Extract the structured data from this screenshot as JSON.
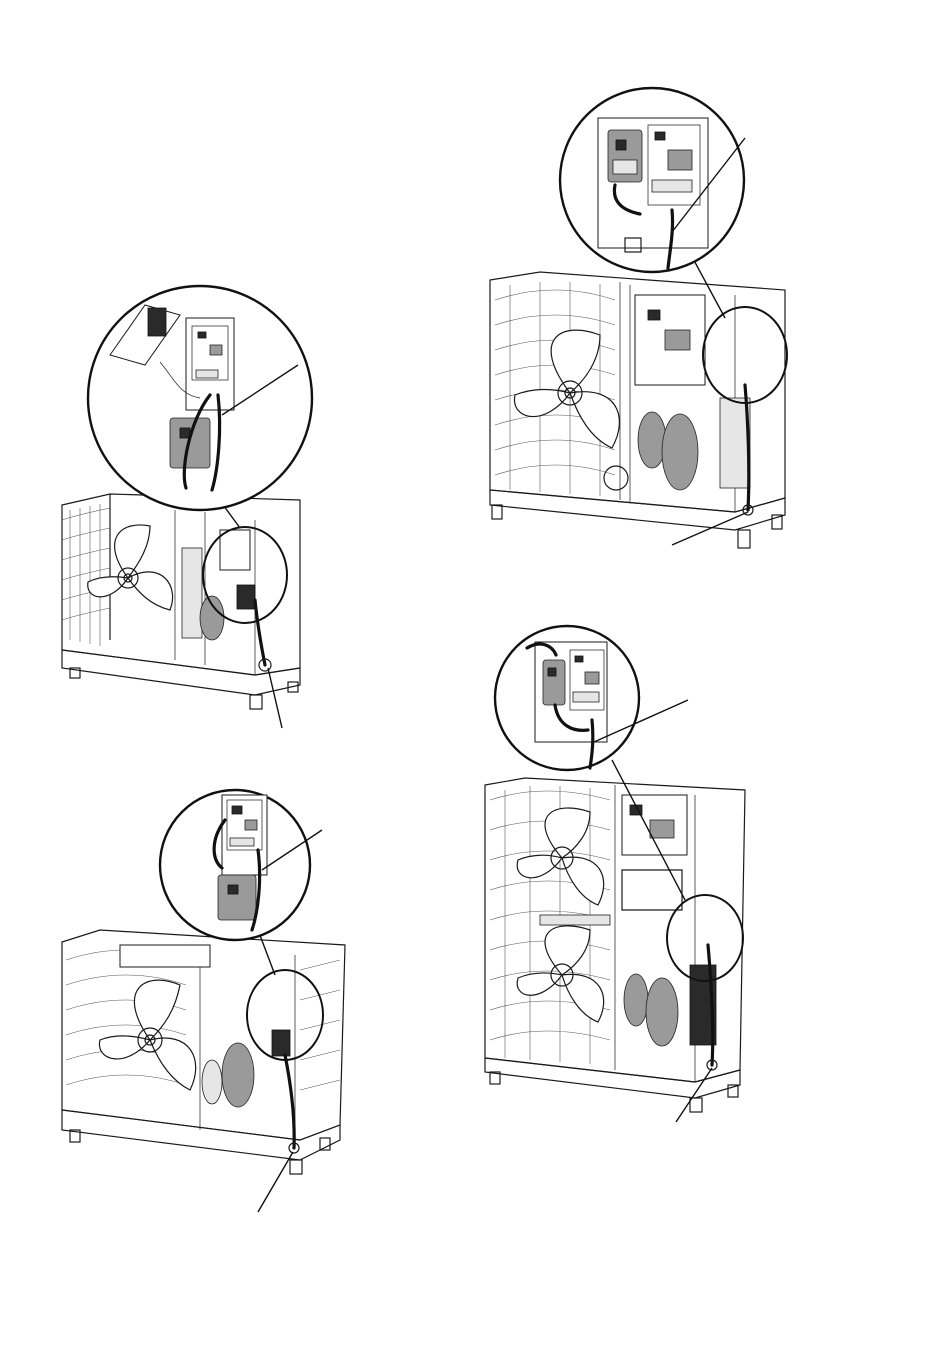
{
  "figure": {
    "views": [
      {
        "id": "unit-a",
        "description_icons": [
          "fan-icon",
          "control-board-icon",
          "circuit-breaker-icon",
          "cable-gland-icon"
        ]
      },
      {
        "id": "unit-b",
        "description_icons": [
          "fan-icon",
          "control-board-icon",
          "circuit-breaker-icon",
          "cable-gland-icon"
        ]
      },
      {
        "id": "unit-c",
        "description_icons": [
          "fan-icon",
          "control-board-icon",
          "circuit-breaker-icon",
          "cable-gland-icon"
        ]
      },
      {
        "id": "unit-d",
        "description_icons": [
          "fan-icon",
          "control-board-icon",
          "circuit-breaker-icon",
          "cable-gland-icon"
        ]
      }
    ],
    "colors": {
      "line": "#1a1a1a",
      "background": "#ffffff",
      "cable": "#111111"
    }
  }
}
